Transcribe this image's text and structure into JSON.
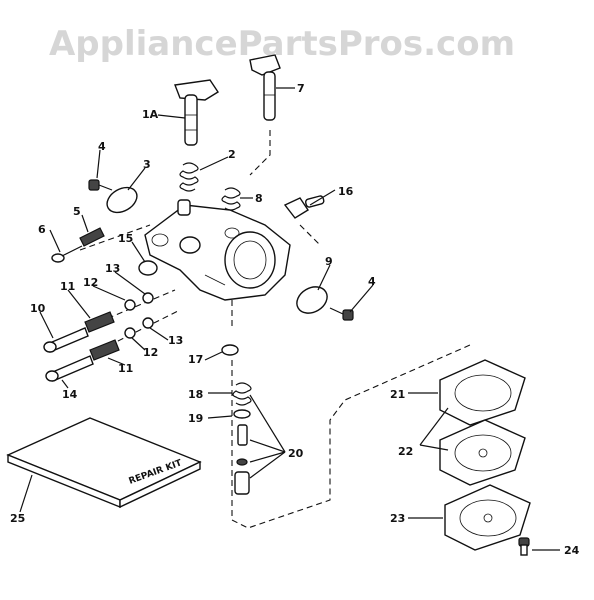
{
  "watermark": "AppliancePartsPros.com",
  "callouts": {
    "c1a": "1A",
    "c2": "2",
    "c3": "3",
    "c4a": "4",
    "c4b": "4",
    "c5": "5",
    "c6": "6",
    "c7": "7",
    "c8": "8",
    "c9": "9",
    "c10": "10",
    "c11a": "11",
    "c11b": "11",
    "c12a": "12",
    "c12b": "12",
    "c13a": "13",
    "c13b": "13",
    "c14": "14",
    "c15": "15",
    "c16": "16",
    "c17": "17",
    "c18": "18",
    "c19": "19",
    "c20": "20",
    "c21": "21",
    "c22": "22",
    "c23": "23",
    "c24": "24",
    "c25": "25"
  },
  "repair_kit_label": "REPAIR KIT"
}
